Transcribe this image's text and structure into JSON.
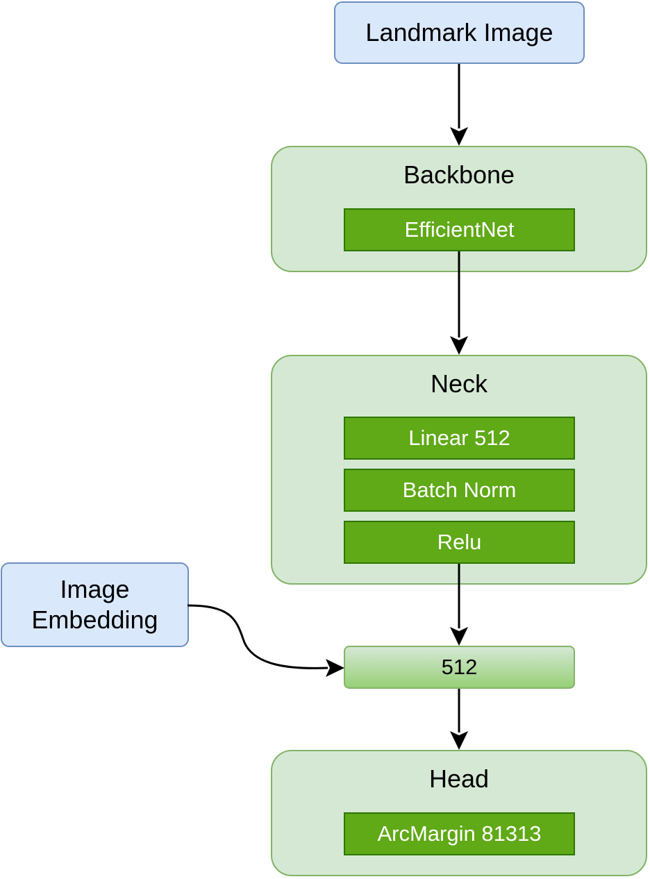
{
  "nodes": {
    "input": {
      "label": "Landmark Image"
    },
    "backbone": {
      "title": "Backbone",
      "layers": [
        "EfficientNet"
      ]
    },
    "neck": {
      "title": "Neck",
      "layers": [
        "Linear 512",
        "Batch Norm",
        "Relu"
      ]
    },
    "image_embedding": {
      "label": "Image\nEmbedding"
    },
    "embedding": {
      "label": "512"
    },
    "head": {
      "title": "Head",
      "layers": [
        "ArcMargin 81313"
      ]
    }
  },
  "colors": {
    "input_fill": "#dae8fc",
    "input_stroke": "#6c8ebf",
    "group_fill": "#d5e8d4",
    "group_stroke": "#82b366",
    "layer_fill": "#60a917",
    "layer_stroke": "#2d7600",
    "edge": "#000000"
  }
}
